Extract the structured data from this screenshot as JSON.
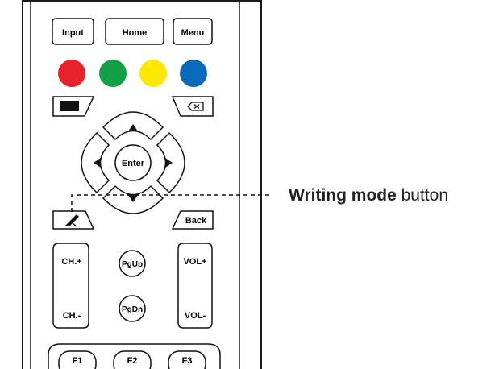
{
  "buttons": {
    "input": "Input",
    "home": "Home",
    "menu": "Menu",
    "enter": "Enter",
    "back": "Back",
    "ch_up": "CH.+",
    "ch_down": "CH.-",
    "pgup": "PgUp",
    "pgdn": "PgDn",
    "vol_up": "VOL+",
    "vol_down": "VOL-",
    "f1": "F1",
    "f2": "F2",
    "f3": "F3"
  },
  "color_keys": [
    "#e8222b",
    "#14a046",
    "#fde800",
    "#0b6bbb"
  ],
  "callout": {
    "bold_text": "Writing mode",
    "rest_text": " button"
  },
  "icons": {
    "screen": "screen-icon",
    "backspace": "backspace-icon",
    "pen": "pen-icon"
  }
}
